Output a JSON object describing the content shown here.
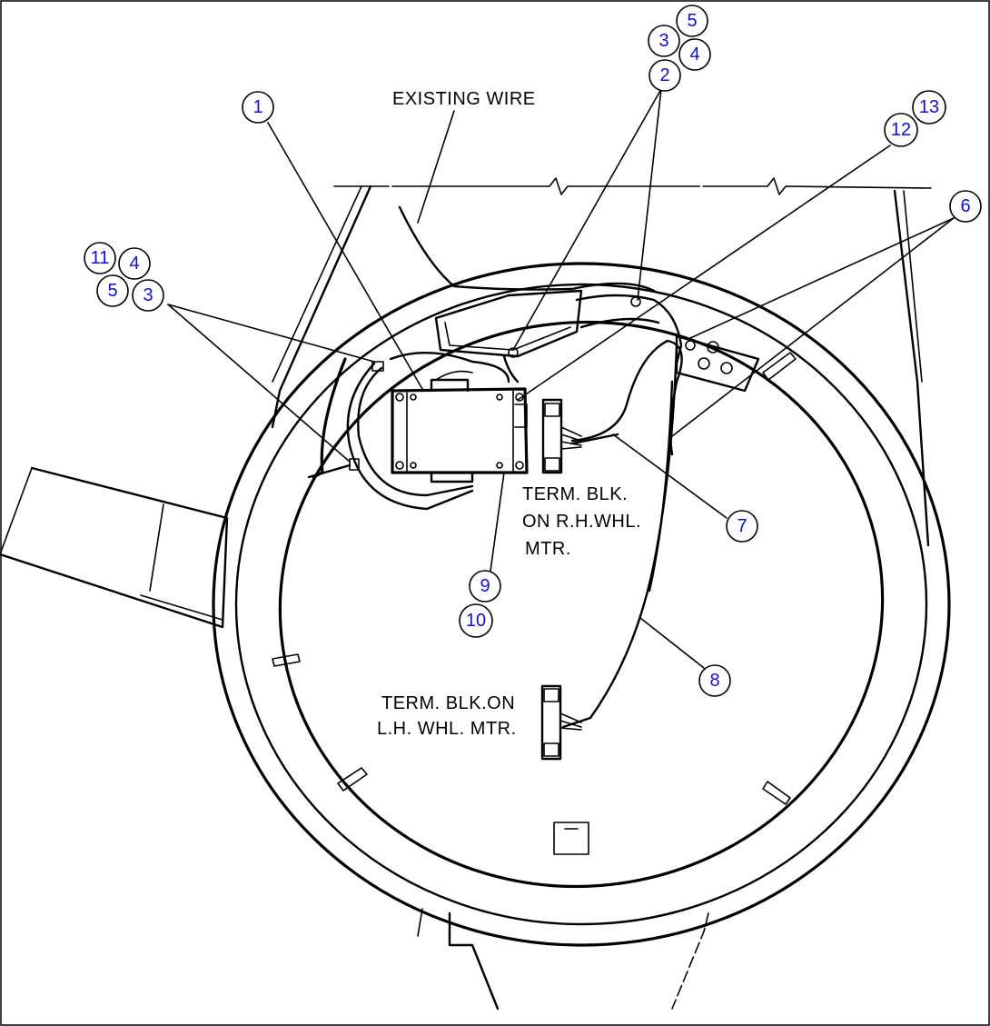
{
  "labels": {
    "existing_wire": "EXISTING WIRE",
    "term_blk_rh": [
      "TERM. BLK.",
      "ON R.H.WHL.",
      "MTR."
    ],
    "term_blk_lh": [
      "TERM. BLK.ON",
      "L.H. WHL. MTR."
    ]
  },
  "callouts": {
    "c1": "1",
    "c2": "2",
    "c3_top": "3",
    "c4_top": "4",
    "c5_top": "5",
    "c13": "13",
    "c12": "12",
    "c6": "6",
    "c11": "11",
    "c4_left": "4",
    "c5_left": "5",
    "c3_left": "3",
    "c7": "7",
    "c8": "8",
    "c9": "9",
    "c10": "10"
  },
  "colors": {
    "callout_text": "#1010cc",
    "line": "#000000"
  }
}
